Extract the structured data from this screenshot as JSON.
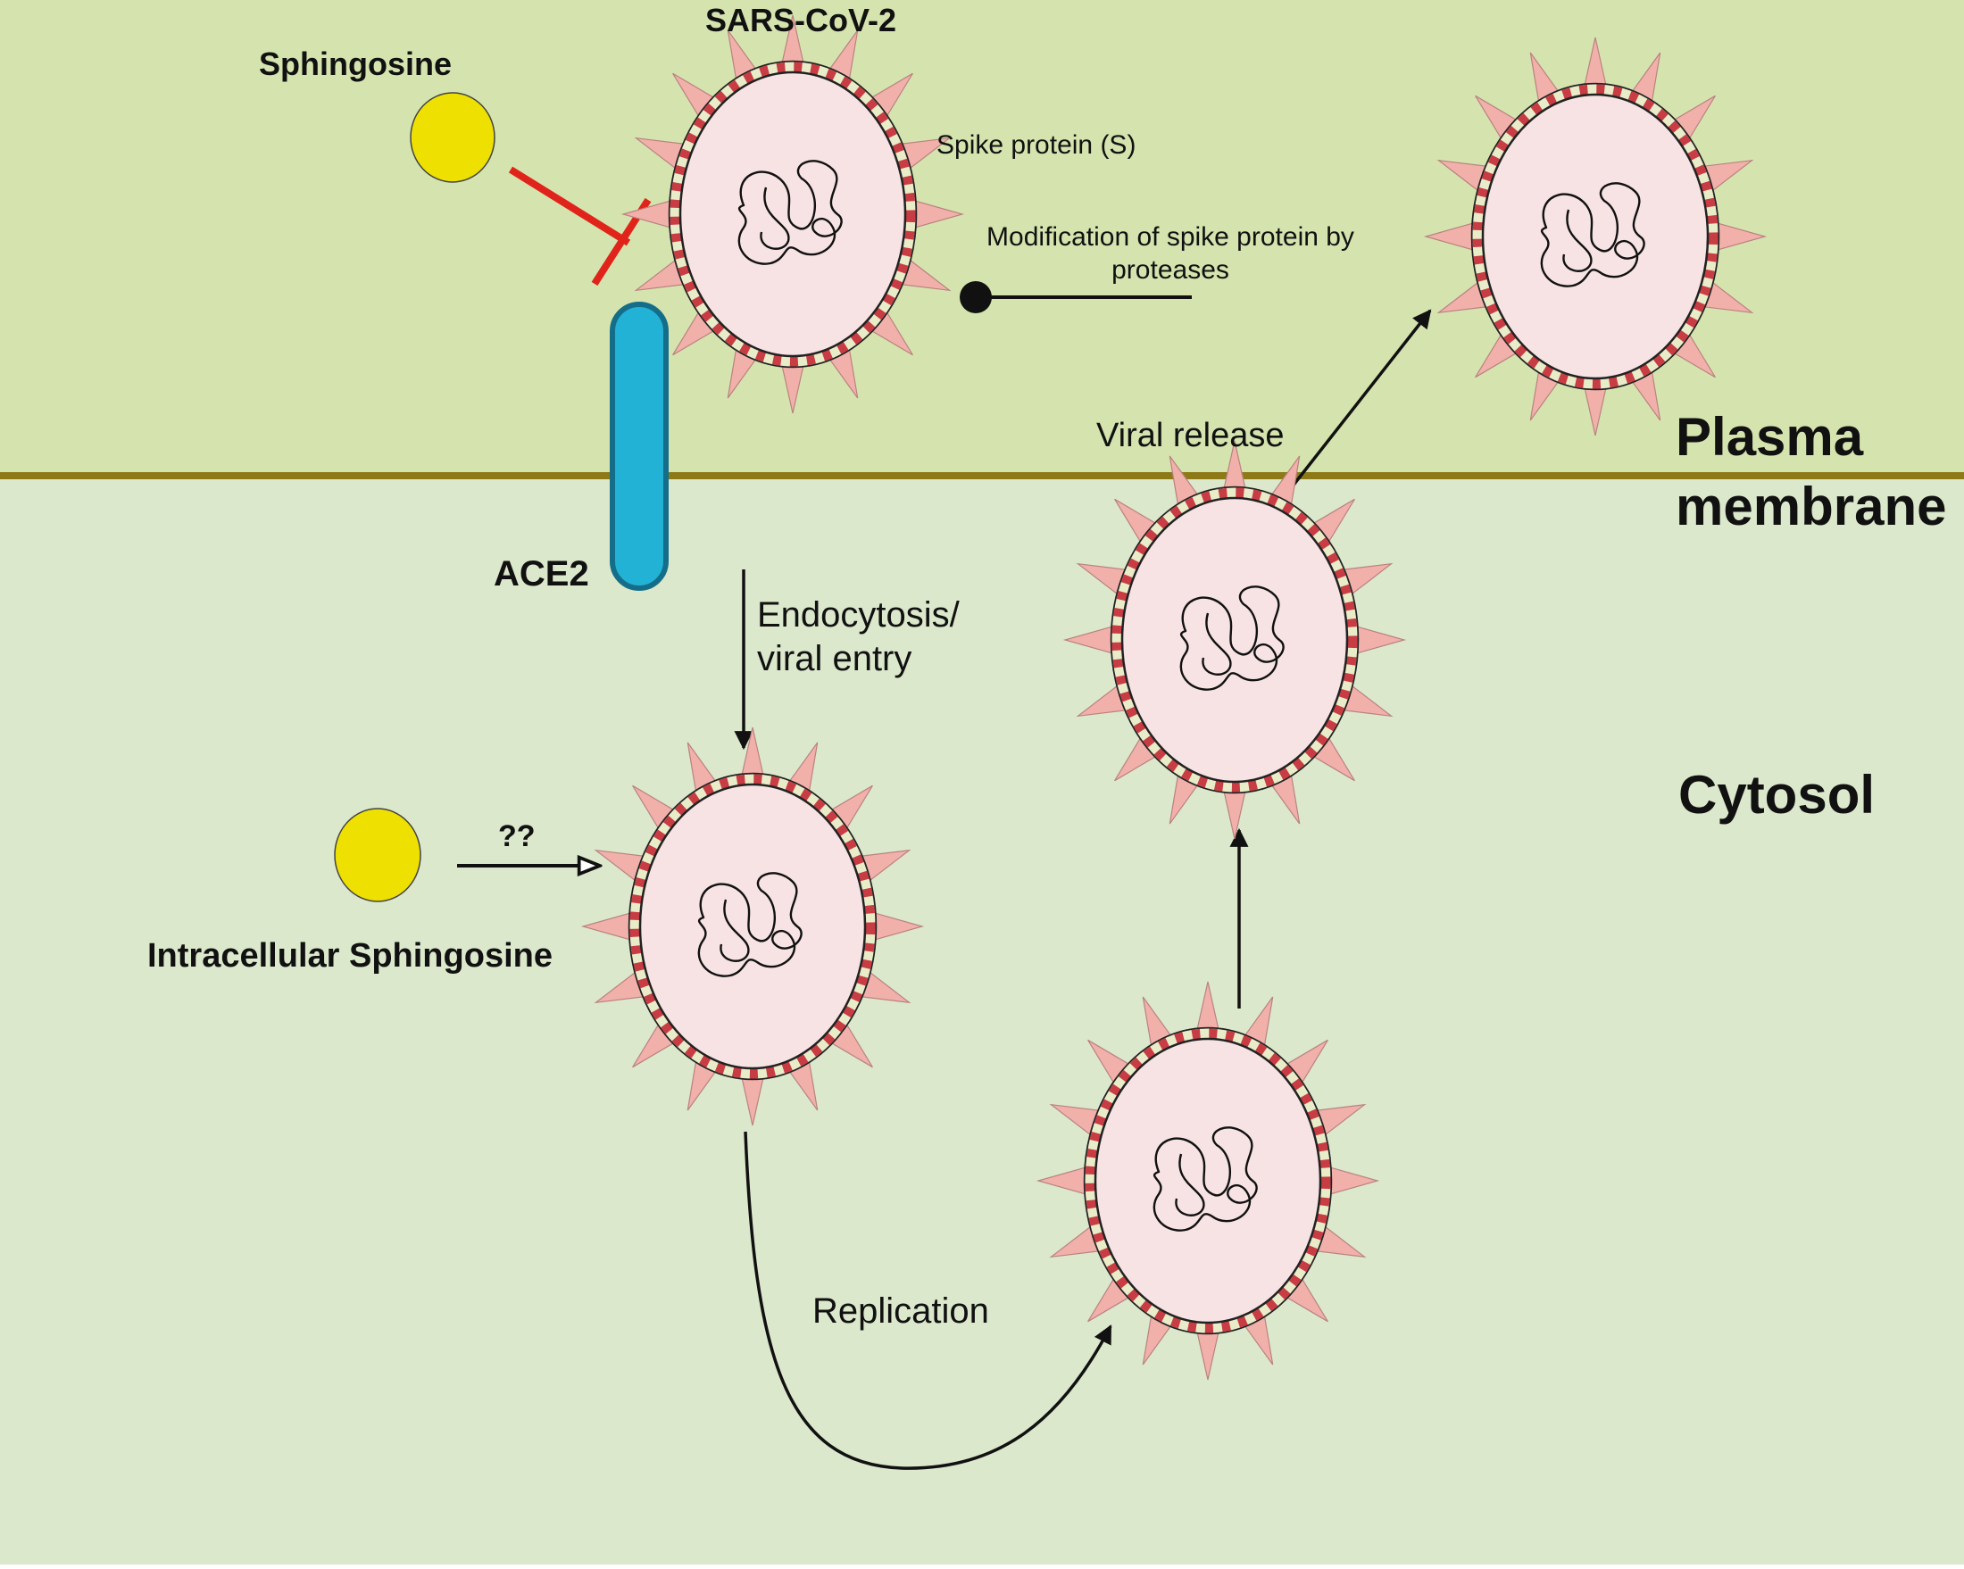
{
  "diagram": {
    "title": "SARS-CoV-2",
    "labels": {
      "sphingosine": "Sphingosine",
      "spike_protein": "Spike protein (S)",
      "modification_line1": "Modification of spike protein by",
      "modification_line2": "proteases",
      "viral_release": "Viral release",
      "plasma_line1": "Plasma",
      "plasma_line2": "membrane",
      "ace2": "ACE2",
      "endocytosis_line1": "Endocytosis/",
      "endocytosis_line2": "viral entry",
      "cytosol": "Cytosol",
      "question": "??",
      "intracellular_sphingosine": "Intracellular Sphingosine",
      "replication": "Replication"
    },
    "colors": {
      "extracellular": "#d5e4ae",
      "cytosol": "#dbe8cc",
      "membrane": "#8d7a17",
      "sphingosine": "#eee000",
      "inhibition": "#e0241b",
      "ace2": "#22b2d6",
      "virus_core": "#f7e3e3",
      "virus_envelope": "#c83c44",
      "virus_envelope_light": "#e9ecc8",
      "spike": "#f2b0ab"
    },
    "virus_icon": "coronavirus-particle-icon"
  }
}
